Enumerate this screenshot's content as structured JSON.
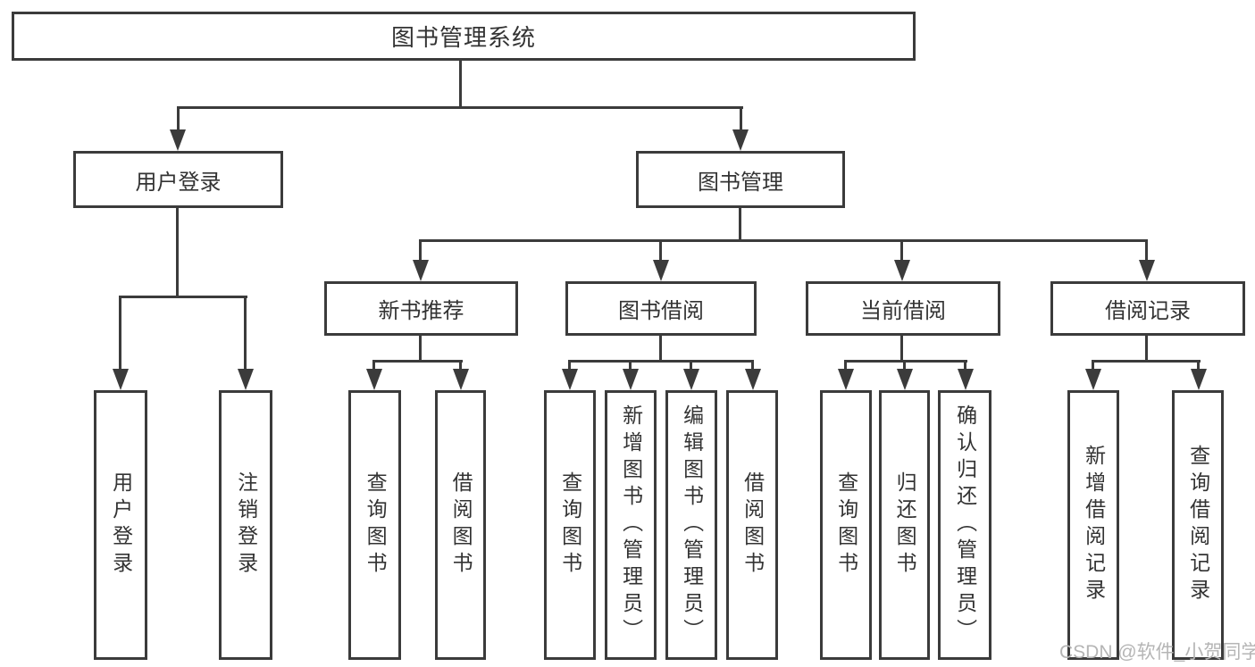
{
  "diagram": {
    "root": {
      "label": "图书管理系统"
    },
    "level2": [
      {
        "id": "user-login",
        "label": "用户登录"
      },
      {
        "id": "book-management",
        "label": "图书管理"
      }
    ],
    "level3": [
      {
        "id": "new-book-recommendation",
        "label": "新书推荐"
      },
      {
        "id": "book-borrowing",
        "label": "图书借阅"
      },
      {
        "id": "current-borrowing",
        "label": "当前借阅"
      },
      {
        "id": "borrowing-records",
        "label": "借阅记录"
      }
    ],
    "leaves": {
      "user_login": [
        "用户登录",
        "注销登录"
      ],
      "new_book_recommend": [
        "查询图书",
        "借阅图书"
      ],
      "book_borrowing": [
        "查询图书",
        "新增图书（管理员）",
        "编辑图书（管理员）",
        "借阅图书"
      ],
      "current_borrowing": [
        "查询图书",
        "归还图书",
        "确认归还（管理员）"
      ],
      "borrowing_records": [
        "新增借阅记录",
        "查询借阅记录"
      ]
    }
  },
  "watermark": "CSDN @软件_小贺同学",
  "colors": {
    "line": "#3b3b3b",
    "text": "#333333",
    "background": "#ffffff",
    "watermark": "#b5b5b5"
  }
}
